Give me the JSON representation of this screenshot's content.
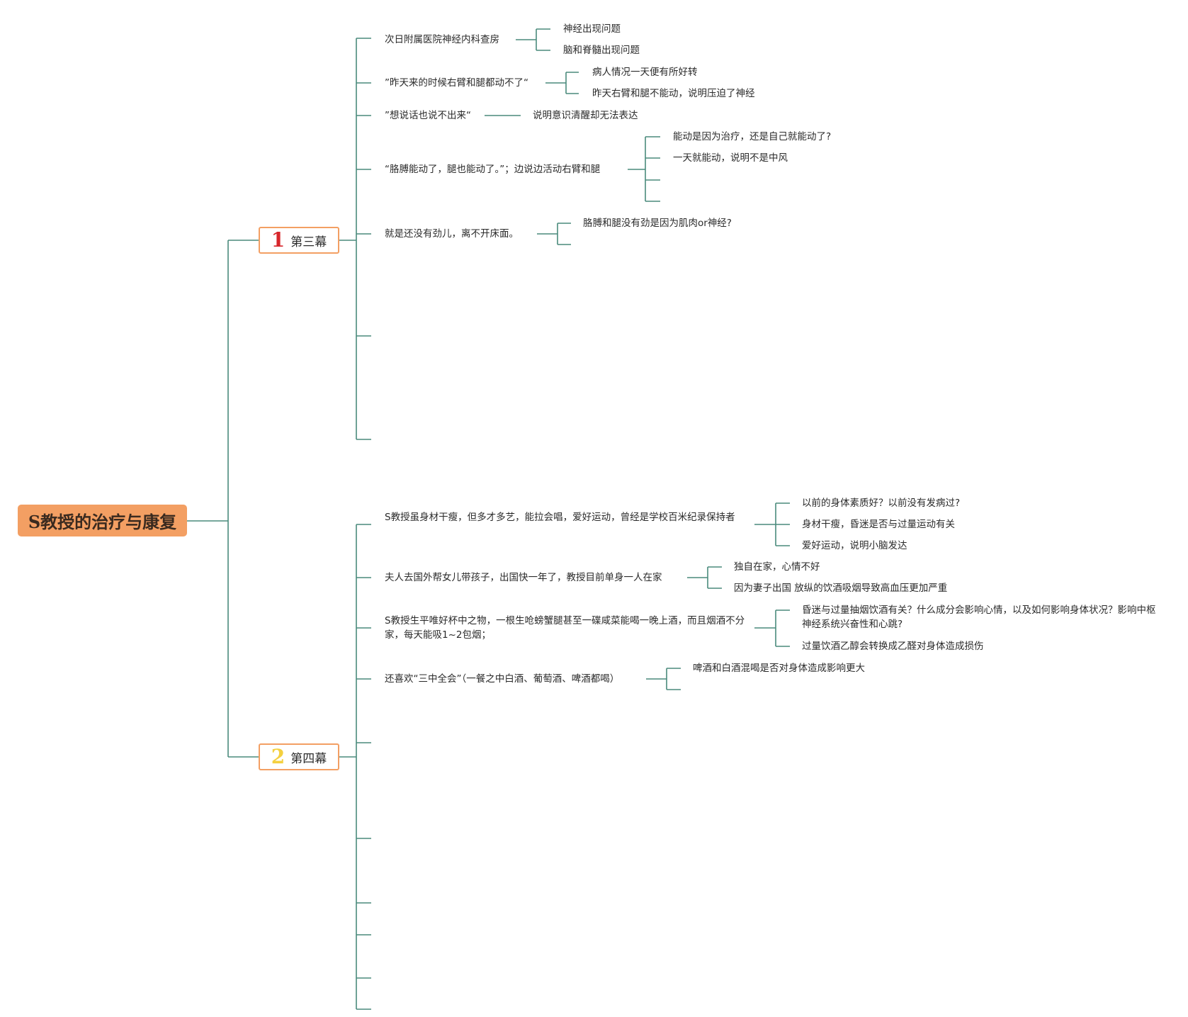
{
  "root": "S教授的治疗与康复",
  "branch1": {
    "number": "1",
    "label": "第三幕",
    "number_color": "#d7262b"
  },
  "branch2": {
    "number": "2",
    "label": "第四幕",
    "number_color": "#f4d03f"
  },
  "b1": {
    "n1": {
      "text": "次日附属医院神经内科查房",
      "c1": "神经出现问题",
      "c2": "脑和脊髓出现问题"
    },
    "n2": {
      "text": "”昨天来的时候右臂和腿都动不了“",
      "c1": "病人情况一天便有所好转",
      "c2": "昨天右臂和腿不能动，说明压迫了神经"
    },
    "n3": {
      "text": "”想说话也说不出来“",
      "c1": "说明意识清醒却无法表达"
    },
    "n4": {
      "text": "“胳膊能动了，腿也能动了。”；边说边活动右臂和腿",
      "c1": "能动是因为治疗，还是自己就能动了?",
      "c2": "一天就能动，说明不是中风"
    },
    "n5": {
      "text": "就是还没有劲儿，离不开床面。",
      "c1": "胳膊和腿没有劲是因为肌肉or神经?"
    }
  },
  "b2": {
    "n1": {
      "text": "S教授虽身材干瘦，但多才多艺，能拉会唱，爱好运动，曾经是学校百米纪录保持者",
      "c1": "以前的身体素质好？以前没有发病过?",
      "c2": "身材干瘦，昏迷是否与过量运动有关",
      "c3": "爱好运动，说明小脑发达"
    },
    "n2": {
      "text": "夫人去国外帮女儿带孩子，出国快一年了，教授目前单身一人在家",
      "c1": "独自在家，心情不好",
      "c2": "因为妻子出国 放纵的饮酒吸烟导致高血压更加严重"
    },
    "n3": {
      "text": "S教授生平唯好杯中之物，一根生呛螃蟹腿甚至一碟咸菜能喝一晚上酒，而且烟酒不分家，每天能吸1~2包烟；",
      "c1": "昏迷与过量抽烟饮酒有关？什么成分会影响心情，以及如何影响身体状况？影响中枢神经系统兴奋性和心跳?",
      "c2": "过量饮酒乙醇会转换成乙醛对身体造成损伤"
    },
    "n4": {
      "text": "还喜欢“三中全会”（一餐之中白酒、葡萄酒、啤酒都喝）",
      "c1": "啤酒和白酒混喝是否对身体造成影响更大"
    }
  },
  "colors": {
    "line": "#4a8a7c",
    "root_fill": "#f39f63",
    "branch_border": "#f39f63"
  }
}
